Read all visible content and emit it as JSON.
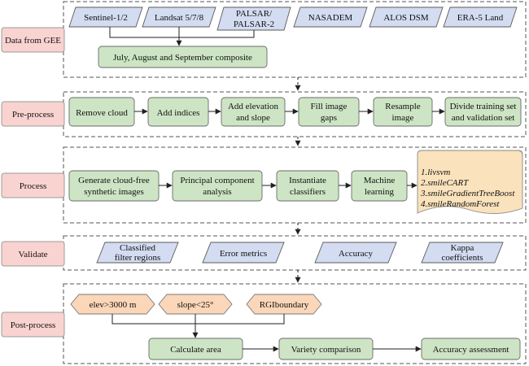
{
  "stages": {
    "data_from_gee": "Data from GEE",
    "preprocess": "Pre-process",
    "process": "Process",
    "validate": "Validate",
    "postprocess": "Post-process"
  },
  "gee": {
    "sources": [
      [
        "Sentinel-1/2"
      ],
      [
        "Landsat 5/7/8"
      ],
      [
        "PALSAR/",
        "PALSAR-2"
      ],
      [
        "NASADEM"
      ],
      [
        "ALOS DSM"
      ],
      [
        "ERA-5 Land"
      ]
    ],
    "composite": "July, August and September composite"
  },
  "preprocess_steps": [
    [
      "Remove cloud"
    ],
    [
      "Add indices"
    ],
    [
      "Add elevation",
      "and slope"
    ],
    [
      "Fill image",
      "gaps"
    ],
    [
      "Resample",
      "image"
    ],
    [
      "Divide training set",
      "and validation set"
    ]
  ],
  "process_steps": [
    [
      "Generate cloud-free",
      "synthetic images"
    ],
    [
      "Principal component",
      "analysis"
    ],
    [
      "Instantiate",
      "classifiers"
    ],
    [
      "Machine",
      "learning"
    ]
  ],
  "classifiers": [
    "1.livsvm",
    "2.smileCART",
    "3.smileGradientTreeBoost",
    "4.smileRandomForest"
  ],
  "validate_items": [
    [
      "Classified",
      "filter regions"
    ],
    [
      "Error metrics"
    ],
    [
      "Accuracy"
    ],
    [
      "Kappa",
      "coefficients"
    ]
  ],
  "post_conditions": [
    "elev>3000 m",
    "slope<25°",
    "RGIboundary"
  ],
  "post_steps": [
    "Calculate area",
    "Variety comparison",
    "Accuracy assessment"
  ],
  "colors": {
    "stage_fill": "#f9d3d0",
    "process_fill": "#cde5c4",
    "data_fill": "#d3dcf1",
    "condition_fill": "#fbd6b8",
    "note_fill": "#f9e2bc"
  }
}
